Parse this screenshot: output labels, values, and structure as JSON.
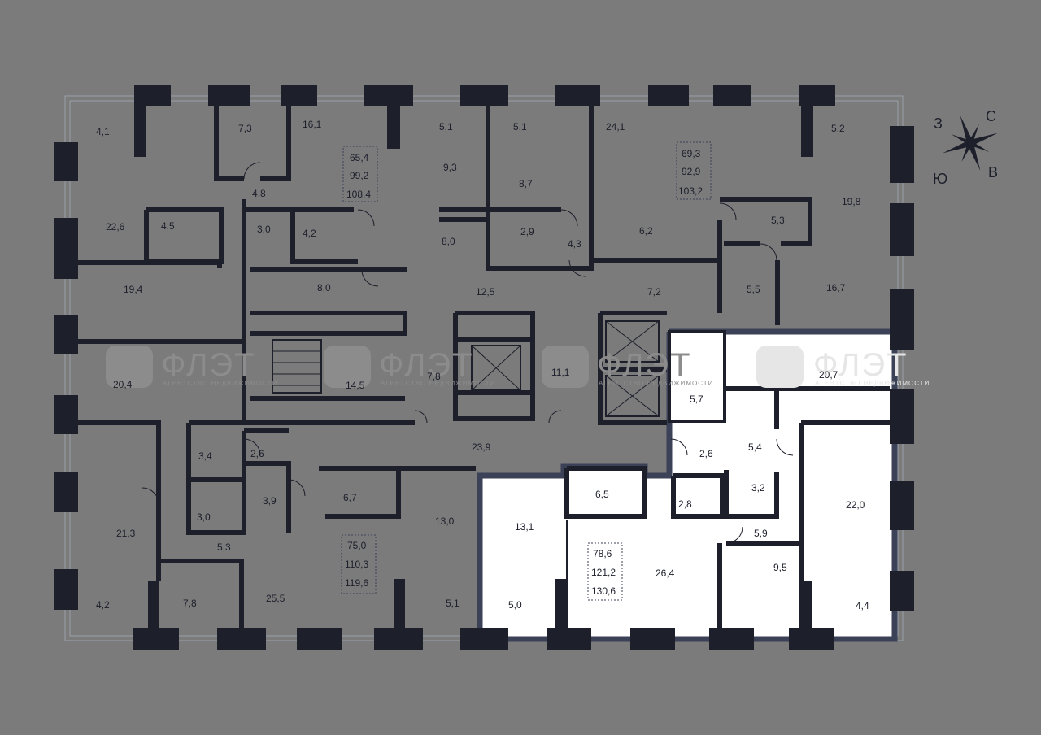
{
  "rooms": {
    "r1": "4,1",
    "r2": "7,3",
    "r3": "16,1",
    "r4": "5,1",
    "r5": "5,1",
    "r6": "24,1",
    "r7": "5,2",
    "r8": "9,3",
    "r9": "8,7",
    "r10": "4,8",
    "r11": "22,6",
    "r12": "4,5",
    "r13": "3,0",
    "r14": "4,2",
    "r15": "8,0",
    "r16": "2,9",
    "r17": "4,3",
    "r18": "6,2",
    "r19": "5,3",
    "r20": "19,8",
    "r21": "19,4",
    "r22": "8,0",
    "r23": "12,5",
    "r24": "7,2",
    "r25": "5,5",
    "r26": "16,7",
    "r27": "20,4",
    "r28": "14,5",
    "r29": "7,8",
    "r30": "11,1",
    "r31": "5,7",
    "r32": "20,7",
    "r33": "3,4",
    "r34": "2,6",
    "r35": "23,9",
    "r36": "2,6",
    "r37": "5,4",
    "r38": "3,9",
    "r39": "6,7",
    "r40": "13,0",
    "r41": "6,5",
    "r42": "2,8",
    "r43": "3,2",
    "r44": "22,0",
    "r45": "3,0",
    "r46": "13,1",
    "r47": "21,3",
    "r48": "5,3",
    "r49": "5,9",
    "r50": "26,4",
    "r51": "9,5",
    "r52": "4,2",
    "r53": "7,8",
    "r54": "25,5",
    "r55": "5,1",
    "r56": "5,0",
    "r57": "4,4"
  },
  "areas": {
    "a1": [
      "65,4",
      "99,2",
      "108,4"
    ],
    "a2": [
      "69,3",
      "92,9",
      "103,2"
    ],
    "a3": [
      "75,0",
      "110,3",
      "119,6"
    ],
    "a4": [
      "78,6",
      "121,2",
      "130,6"
    ]
  },
  "watermark": {
    "logo": "ФЛЭТ",
    "tagline": "АГЕНТСТВО НЕДВИЖИМОСТИ"
  },
  "compass": {
    "n": "С",
    "w": "З",
    "e": "В",
    "s": "Ю"
  },
  "colors": {
    "background": "#7b7b7b",
    "walls": "#1d1f2b",
    "highlight": "#ffffff",
    "highlight_border": "#3b4156"
  }
}
